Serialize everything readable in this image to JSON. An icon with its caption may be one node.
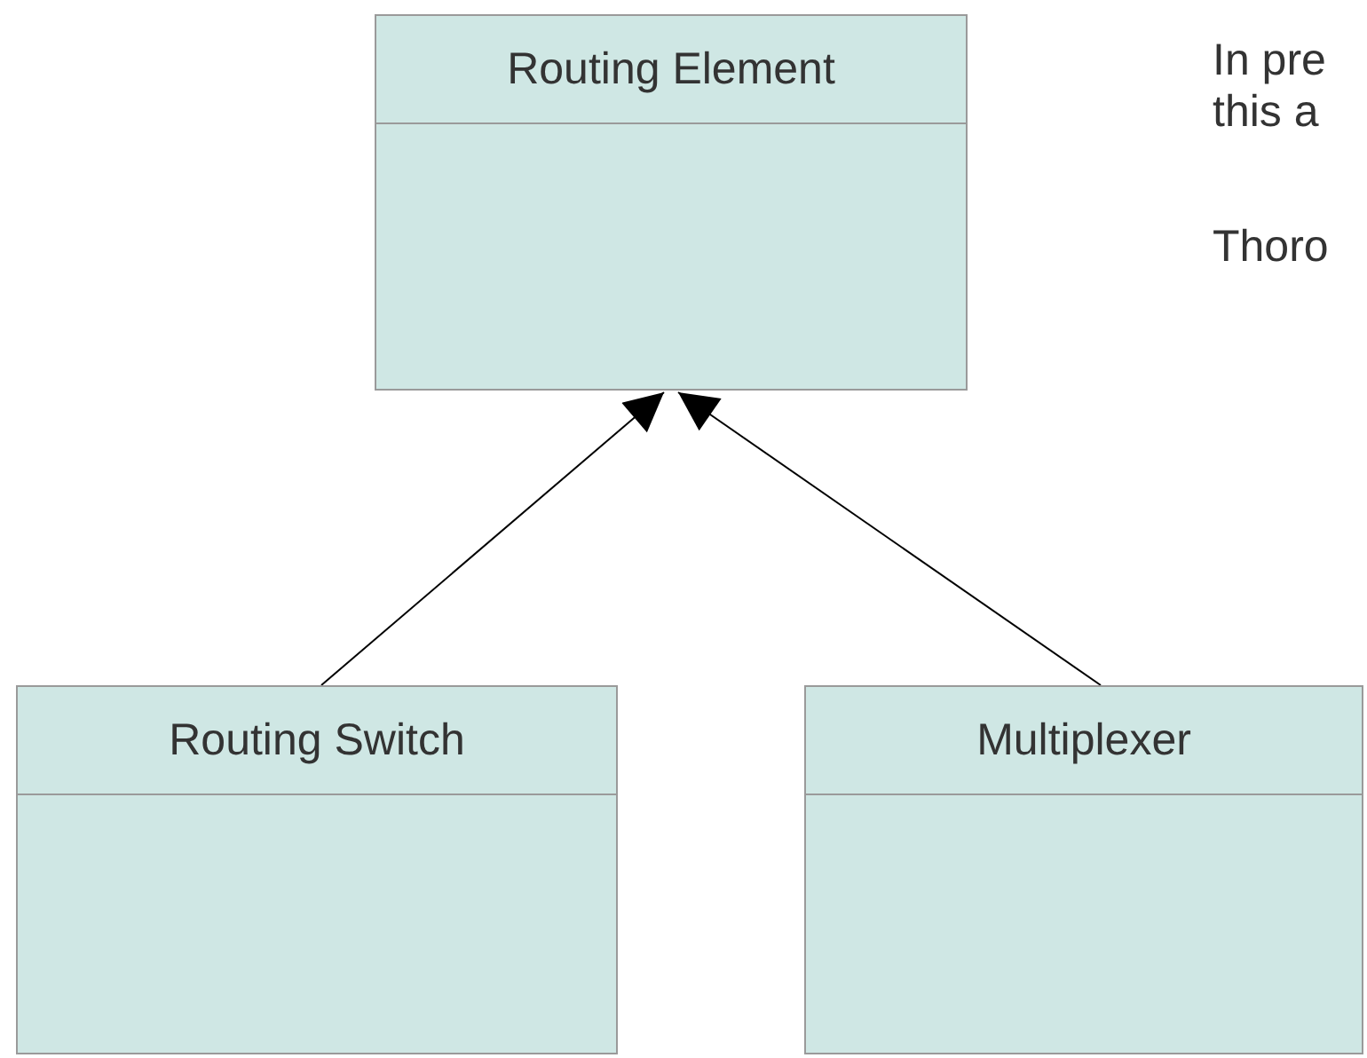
{
  "diagram": {
    "nodes": [
      {
        "text": [
          "Routing Element"
        ]
      },
      {
        "text": [
          "Routing Switch"
        ]
      },
      {
        "text": [
          "Multiplexer"
        ]
      }
    ],
    "edges": [
      {
        "from": 1,
        "to": 0,
        "arrow": "to"
      },
      {
        "from": 2,
        "to": 0,
        "arrow": "to"
      }
    ],
    "labels": [
      "In pre this a",
      "Thoro"
    ]
  }
}
